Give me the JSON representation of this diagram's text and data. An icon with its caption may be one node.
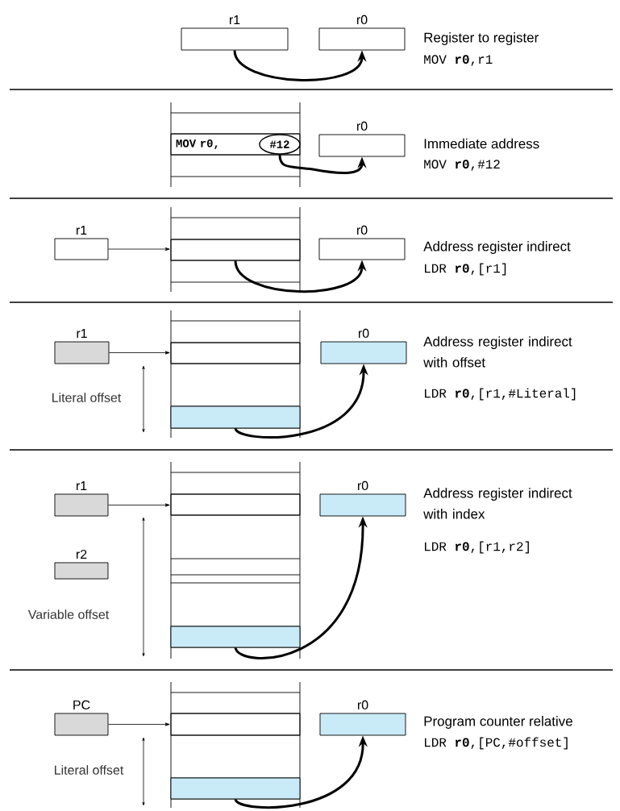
{
  "diagram": {
    "nodes": [
      {
        "text": [
          "r1"
        ]
      },
      {
        "text": [
          "r0"
        ]
      },
      {
        "text": [
          "MOV r0,"
        ]
      },
      {
        "text": [
          "#12"
        ],
        "in": 2
      },
      {
        "text": [
          "r0"
        ]
      },
      {
        "text": [
          "r1"
        ]
      },
      {
        "text": [],
        "shape": "box"
      },
      {
        "text": [
          "r0"
        ]
      },
      {
        "text": [
          "r1"
        ]
      },
      {
        "text": [],
        "shape": "box"
      },
      {
        "text": [
          "r0"
        ]
      },
      {
        "text": [],
        "shape": "box"
      },
      {
        "text": [
          "r1"
        ]
      },
      {
        "text": [],
        "shape": "box"
      },
      {
        "text": [
          "r0"
        ]
      },
      {
        "text": [
          "r2"
        ]
      },
      {
        "text": [],
        "shape": "box"
      },
      {
        "text": [
          "PC"
        ]
      },
      {
        "text": [],
        "shape": "box"
      },
      {
        "text": [
          "r0"
        ]
      },
      {
        "text": [],
        "shape": "box"
      }
    ],
    "edges": [
      {
        "from": 0,
        "to": 1,
        "arrow": "to"
      },
      {
        "from": 3,
        "to": 4,
        "arrow": "to"
      },
      {
        "from": 5,
        "to": 6,
        "arrow": "to"
      },
      {
        "from": 6,
        "to": 7,
        "arrow": "to"
      },
      {
        "from": 8,
        "to": 9,
        "arrow": "to"
      },
      {
        "from": 11,
        "to": 10,
        "arrow": "to"
      },
      {
        "from": 12,
        "to": 13,
        "arrow": "to"
      },
      {
        "from": 16,
        "to": 14,
        "arrow": "to"
      },
      {
        "from": 17,
        "to": 18,
        "arrow": "to"
      },
      {
        "from": 20,
        "to": 19,
        "arrow": "to"
      }
    ],
    "labels": [
      "Register to register",
      "MOV **r0**,r1",
      "Immediate address",
      "MOV **r0**,#12",
      "Address register indirect",
      "LDR **r0**,[r1]",
      "Address register indirect with offset",
      "LDR **r0**,[r1,#Literal]",
      "Literal offset",
      "Address register indirect with index",
      "LDR **r0**,[r1,r2]",
      "Variable offset",
      "Program counter relative",
      "LDR **r0**,[PC,#offset]",
      "Literal offset"
    ]
  }
}
